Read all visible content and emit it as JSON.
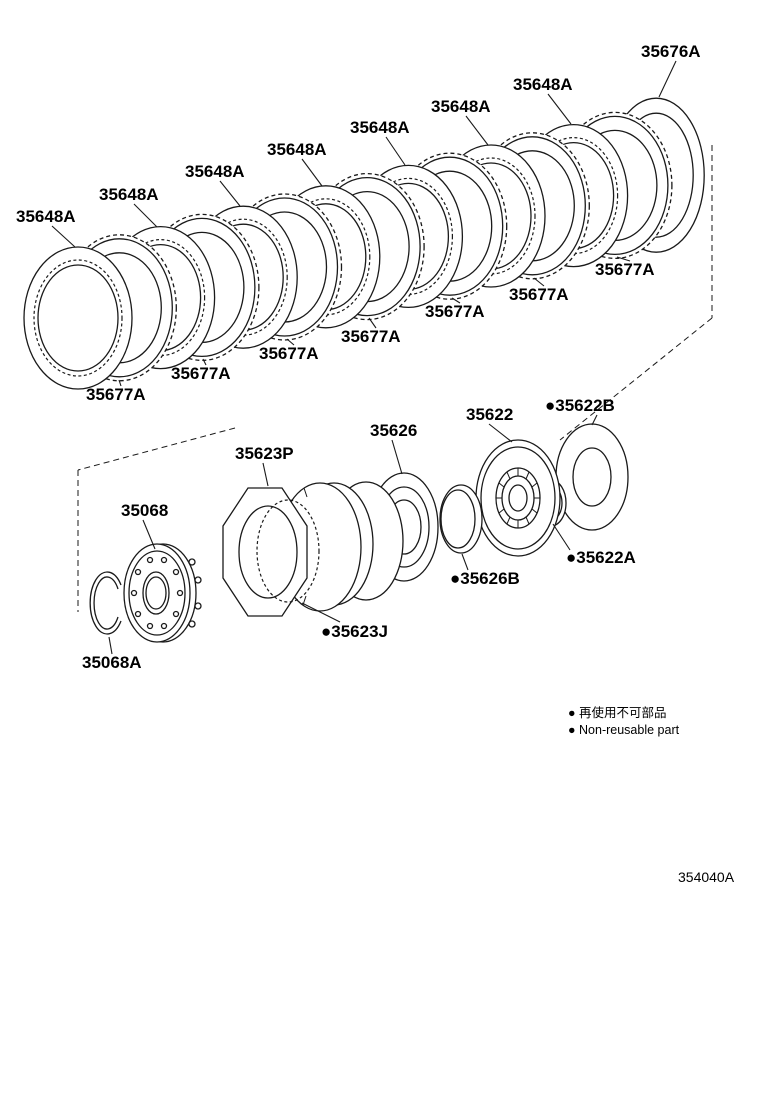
{
  "parts": {
    "plate_label": "35648A",
    "disc_label": "35677A",
    "flange_label": "35676A",
    "hub_label": "35068",
    "snap_ring_label": "35068A",
    "drum_label": "35623P",
    "band_label": "●35623J",
    "piston_label": "35626",
    "piston_ring_label": "●35626B",
    "clutch_drum_label": "35622",
    "race_b_label": "●35622B",
    "race_a_label": "●35622A"
  },
  "legend": {
    "jp": "● 再使用不可部品",
    "en": "● Non-reusable part"
  },
  "page_code": "354040A"
}
